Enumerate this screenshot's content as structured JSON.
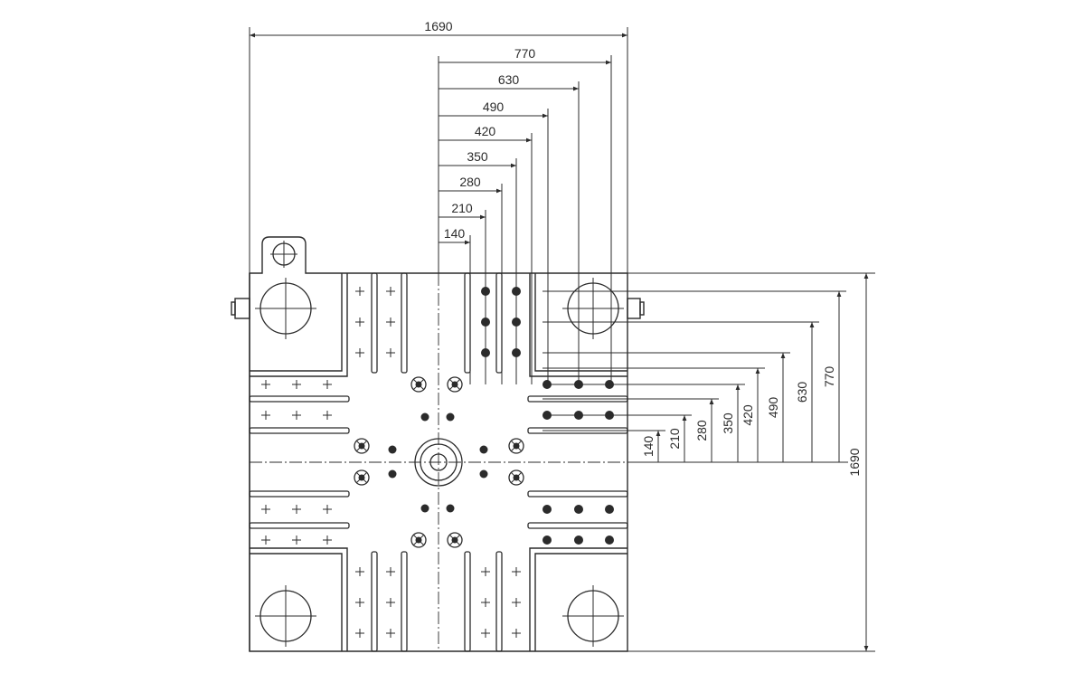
{
  "drawing": {
    "overall_width_label": "1690",
    "overall_height_label": "1690",
    "horizontal_dimensions": [
      "770",
      "630",
      "490",
      "420",
      "350",
      "280",
      "210",
      "140"
    ],
    "vertical_dimensions": [
      "140",
      "210",
      "280",
      "350",
      "420",
      "490",
      "630",
      "770"
    ]
  }
}
